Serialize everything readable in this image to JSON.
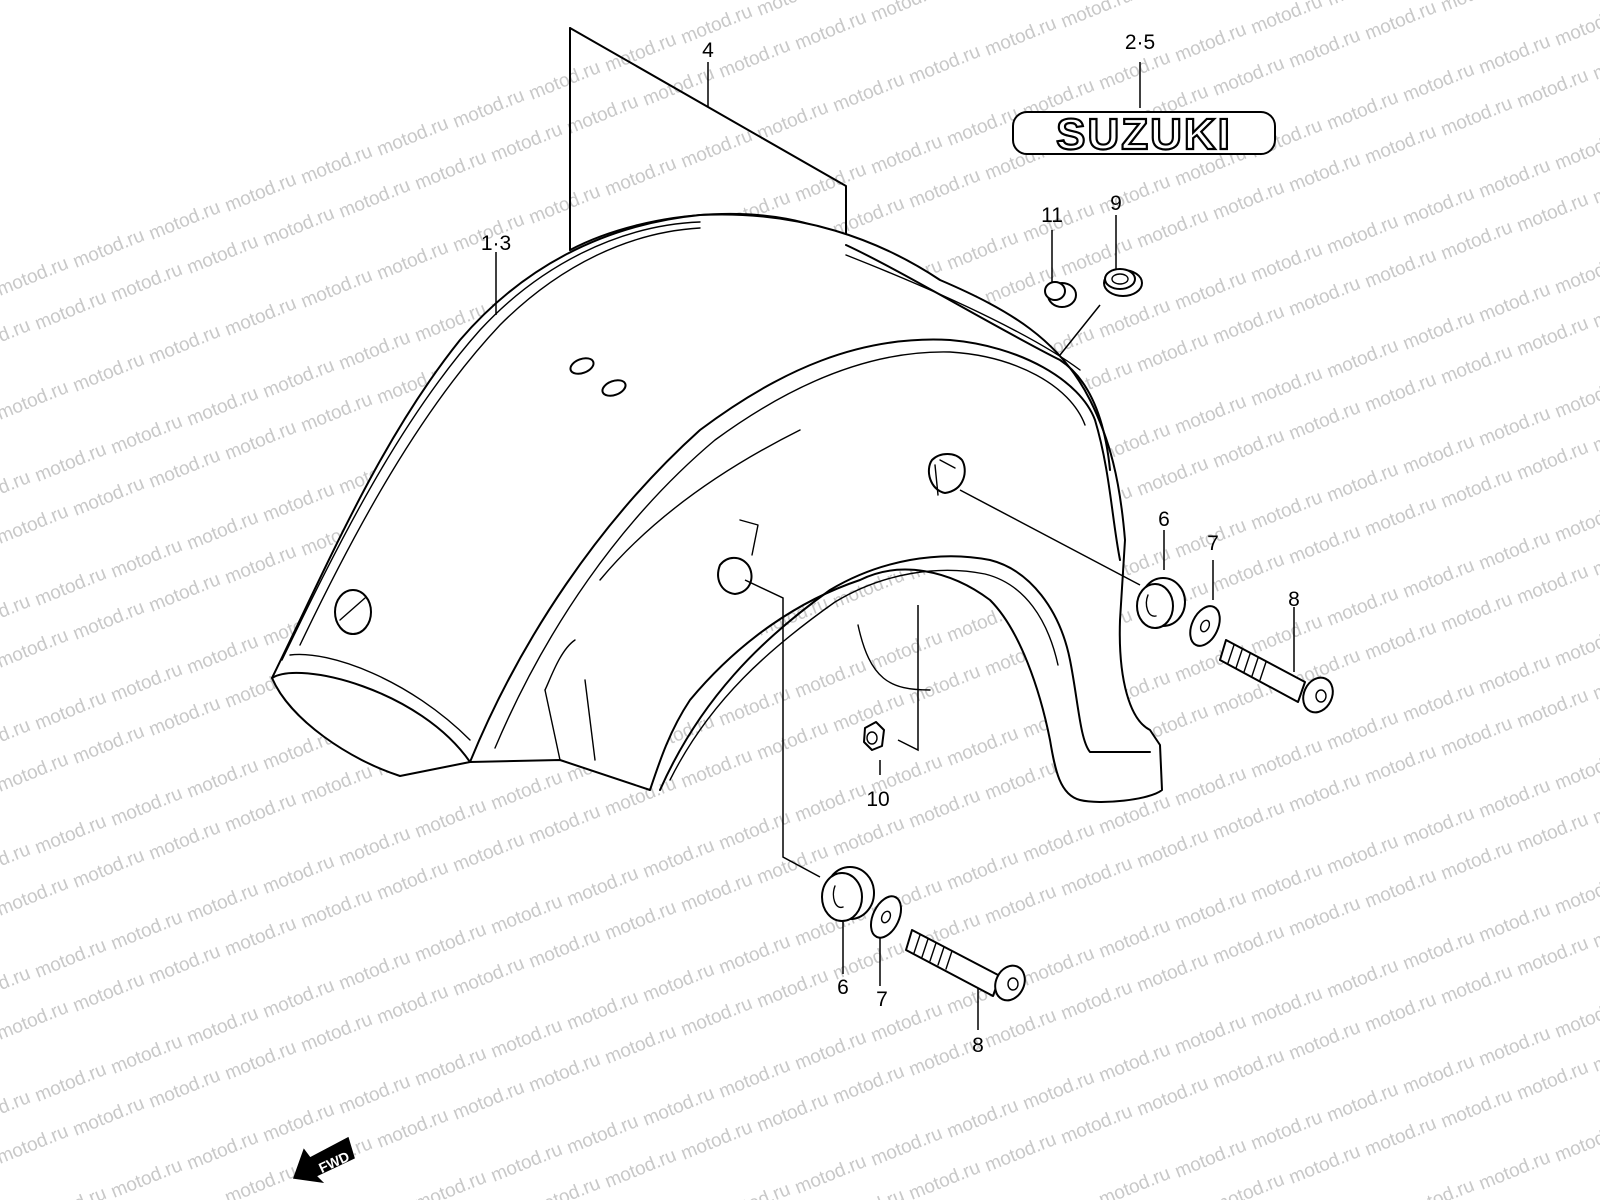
{
  "callouts": [
    {
      "id": "c-4",
      "text": "4"
    },
    {
      "id": "c-2-5",
      "text": "2·5"
    },
    {
      "id": "c-1-3",
      "text": "1·3"
    },
    {
      "id": "c-11",
      "text": "11"
    },
    {
      "id": "c-9",
      "text": "9"
    },
    {
      "id": "c-6a",
      "text": "6"
    },
    {
      "id": "c-7a",
      "text": "7"
    },
    {
      "id": "c-8a",
      "text": "8"
    },
    {
      "id": "c-10",
      "text": "10"
    },
    {
      "id": "c-6b",
      "text": "6"
    },
    {
      "id": "c-7b",
      "text": "7"
    },
    {
      "id": "c-8b",
      "text": "8"
    }
  ],
  "logo_text": "SUZUKI",
  "fwd_label": "FWD",
  "watermark_text": "motod.ru",
  "colors": {
    "line": "#000000",
    "watermark": "#c8c8c8",
    "background": "#ffffff"
  }
}
